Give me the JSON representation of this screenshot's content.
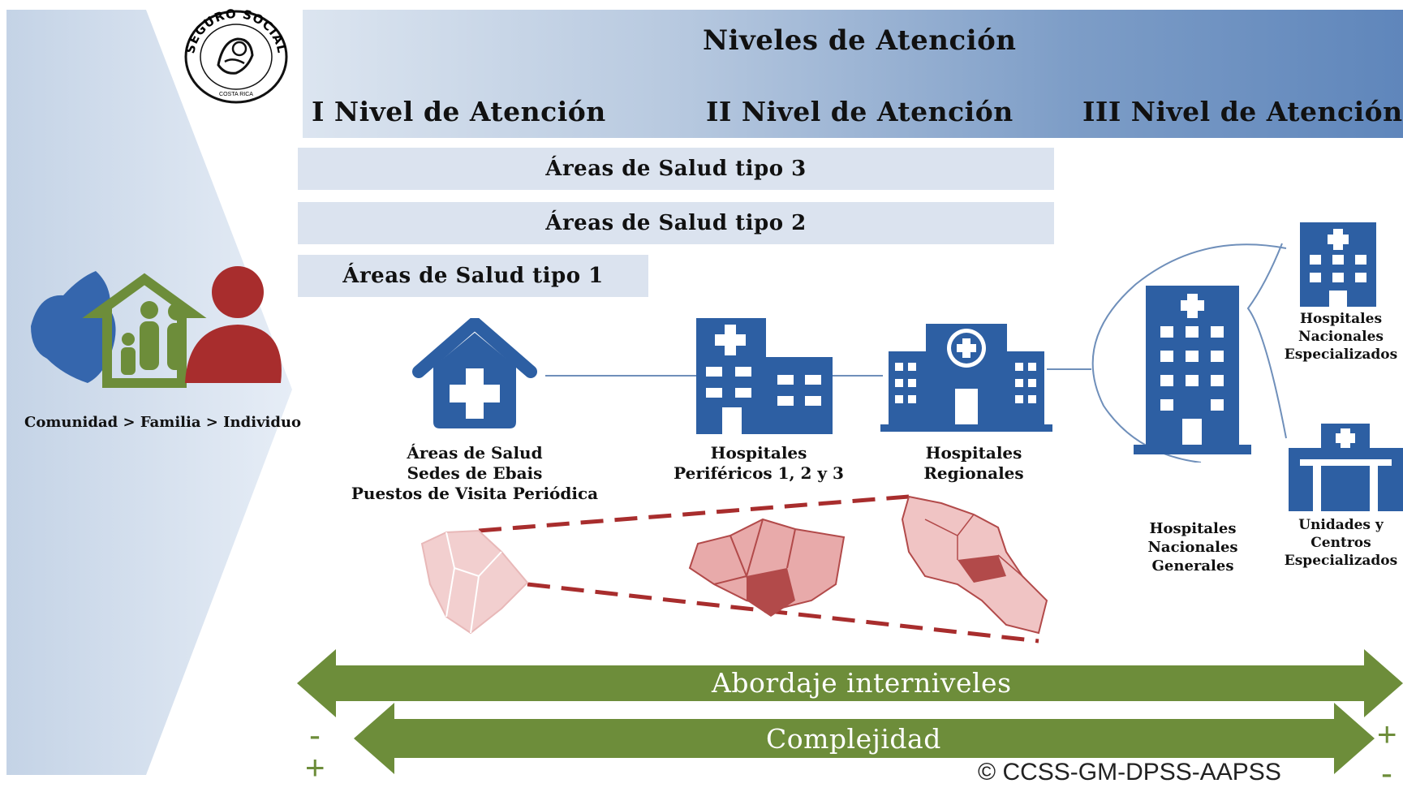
{
  "header": {
    "title": "Niveles de Atención",
    "levels": [
      "I Nivel de Atención",
      "II Nivel de Atención",
      "III Nivel de Atención"
    ]
  },
  "logo": {
    "text_top": "SEGURO SOCIAL",
    "text_bottom": "COSTA RICA"
  },
  "areas": {
    "tipo3": "Áreas de Salud tipo 3",
    "tipo2": "Áreas de Salud tipo 2",
    "tipo1": "Áreas de Salud tipo 1"
  },
  "community_label": "Comunidad > Familia > Individuo",
  "facilities": {
    "areas_salud": [
      "Áreas de Salud",
      "Sedes de Ebais",
      "Puestos de Visita Periódica"
    ],
    "perifericos": [
      "Hospitales",
      "Periféricos 1, 2 y 3"
    ],
    "regionales": [
      "Hospitales",
      "Regionales"
    ],
    "nacionales_generales": [
      "Hospitales",
      "Nacionales",
      "Generales"
    ],
    "nacionales_especializados": [
      "Hospitales",
      "Nacionales",
      "Especializados"
    ],
    "unidades": [
      "Unidades y",
      "Centros",
      "Especializados"
    ]
  },
  "arrows": {
    "interniveles": "Abordaje interniveles",
    "complejidad": "Complejidad",
    "left_signs": [
      "-",
      "+"
    ],
    "right_signs": [
      "+",
      "-"
    ]
  },
  "copyright": "© CCSS-GM-DPSS-AAPSS",
  "colors": {
    "icon_blue": "#2d5fa3",
    "arrow_green": "#6d8d3a",
    "map_red": "#b24a4a",
    "header_dark": "#5f86bb",
    "area_bar": "#dbe3ef",
    "left_panel": "#c9d6e8"
  },
  "icons": [
    "seguro-social-logo",
    "family-map-icon",
    "clinic-house-icon",
    "peripheral-hospital-icon",
    "regional-hospital-icon",
    "national-general-hospital-icon",
    "specialized-hospital-icon",
    "specialized-unit-icon",
    "region-map-icon"
  ]
}
